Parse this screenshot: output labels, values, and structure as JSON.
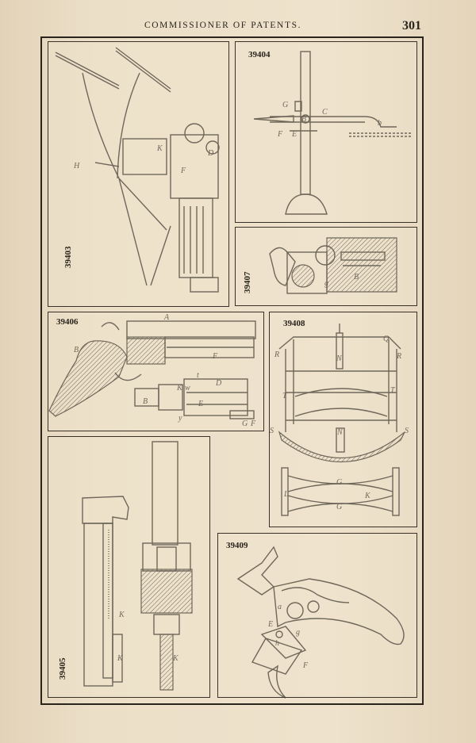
{
  "header": {
    "title": "COMMISSIONER OF PATENTS.",
    "page_number": "301"
  },
  "panels": {
    "p39403": {
      "number": "39403",
      "labels": [
        "H",
        "K",
        "F",
        "D"
      ]
    },
    "p39404": {
      "number": "39404",
      "labels": [
        "G",
        "C",
        "B",
        "F",
        "E",
        "b"
      ]
    },
    "p39407": {
      "number": "39407",
      "labels": [
        "B",
        "g"
      ]
    },
    "p39406": {
      "number": "39406",
      "labels": [
        "A",
        "B",
        "F",
        "D",
        "K",
        "w",
        "t",
        "B",
        "E",
        "y",
        "G",
        "F"
      ]
    },
    "p39408": {
      "number": "39408",
      "labels": [
        "R",
        "Q",
        "R",
        "N",
        "T",
        "T",
        "S",
        "N",
        "S",
        "G",
        "L",
        "K",
        "G"
      ]
    },
    "p39405": {
      "number": "39405",
      "labels": [
        "K",
        "K",
        "K"
      ]
    },
    "p39409": {
      "number": "39409",
      "labels": [
        "a",
        "E",
        "g",
        "h",
        "F"
      ]
    }
  }
}
